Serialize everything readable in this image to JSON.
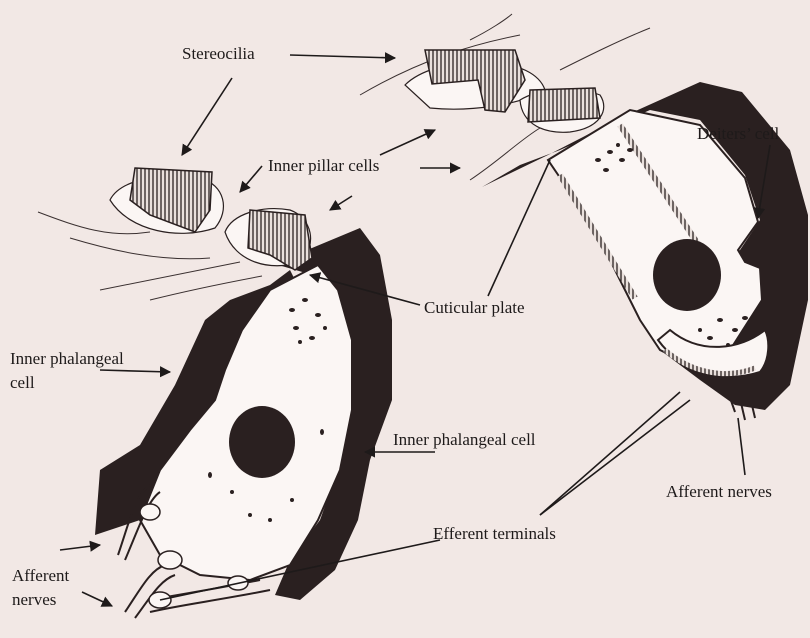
{
  "diagram": {
    "labels": {
      "stereocilia": "Stereocilia",
      "inner_pillar_cells": "Inner pillar cells",
      "deiters_cell": "Deiters’ cell",
      "cuticular_plate": "Cuticular plate",
      "inner_phalangeal_cell_left_line1": "Inner phalangeal",
      "inner_phalangeal_cell_left_line2": "cell",
      "inner_phalangeal_cell_right": "Inner phalangeal cell",
      "afferent_nerves_right": "Afferent nerves",
      "efferent_terminals": "Efferent terminals",
      "afferent_nerves_left_line1": "Afferent",
      "afferent_nerves_left_line2": "nerves"
    },
    "colors": {
      "background": "#f2e8e5",
      "ink": "#2a2020",
      "cell_fill": "#fbf6f4"
    }
  }
}
